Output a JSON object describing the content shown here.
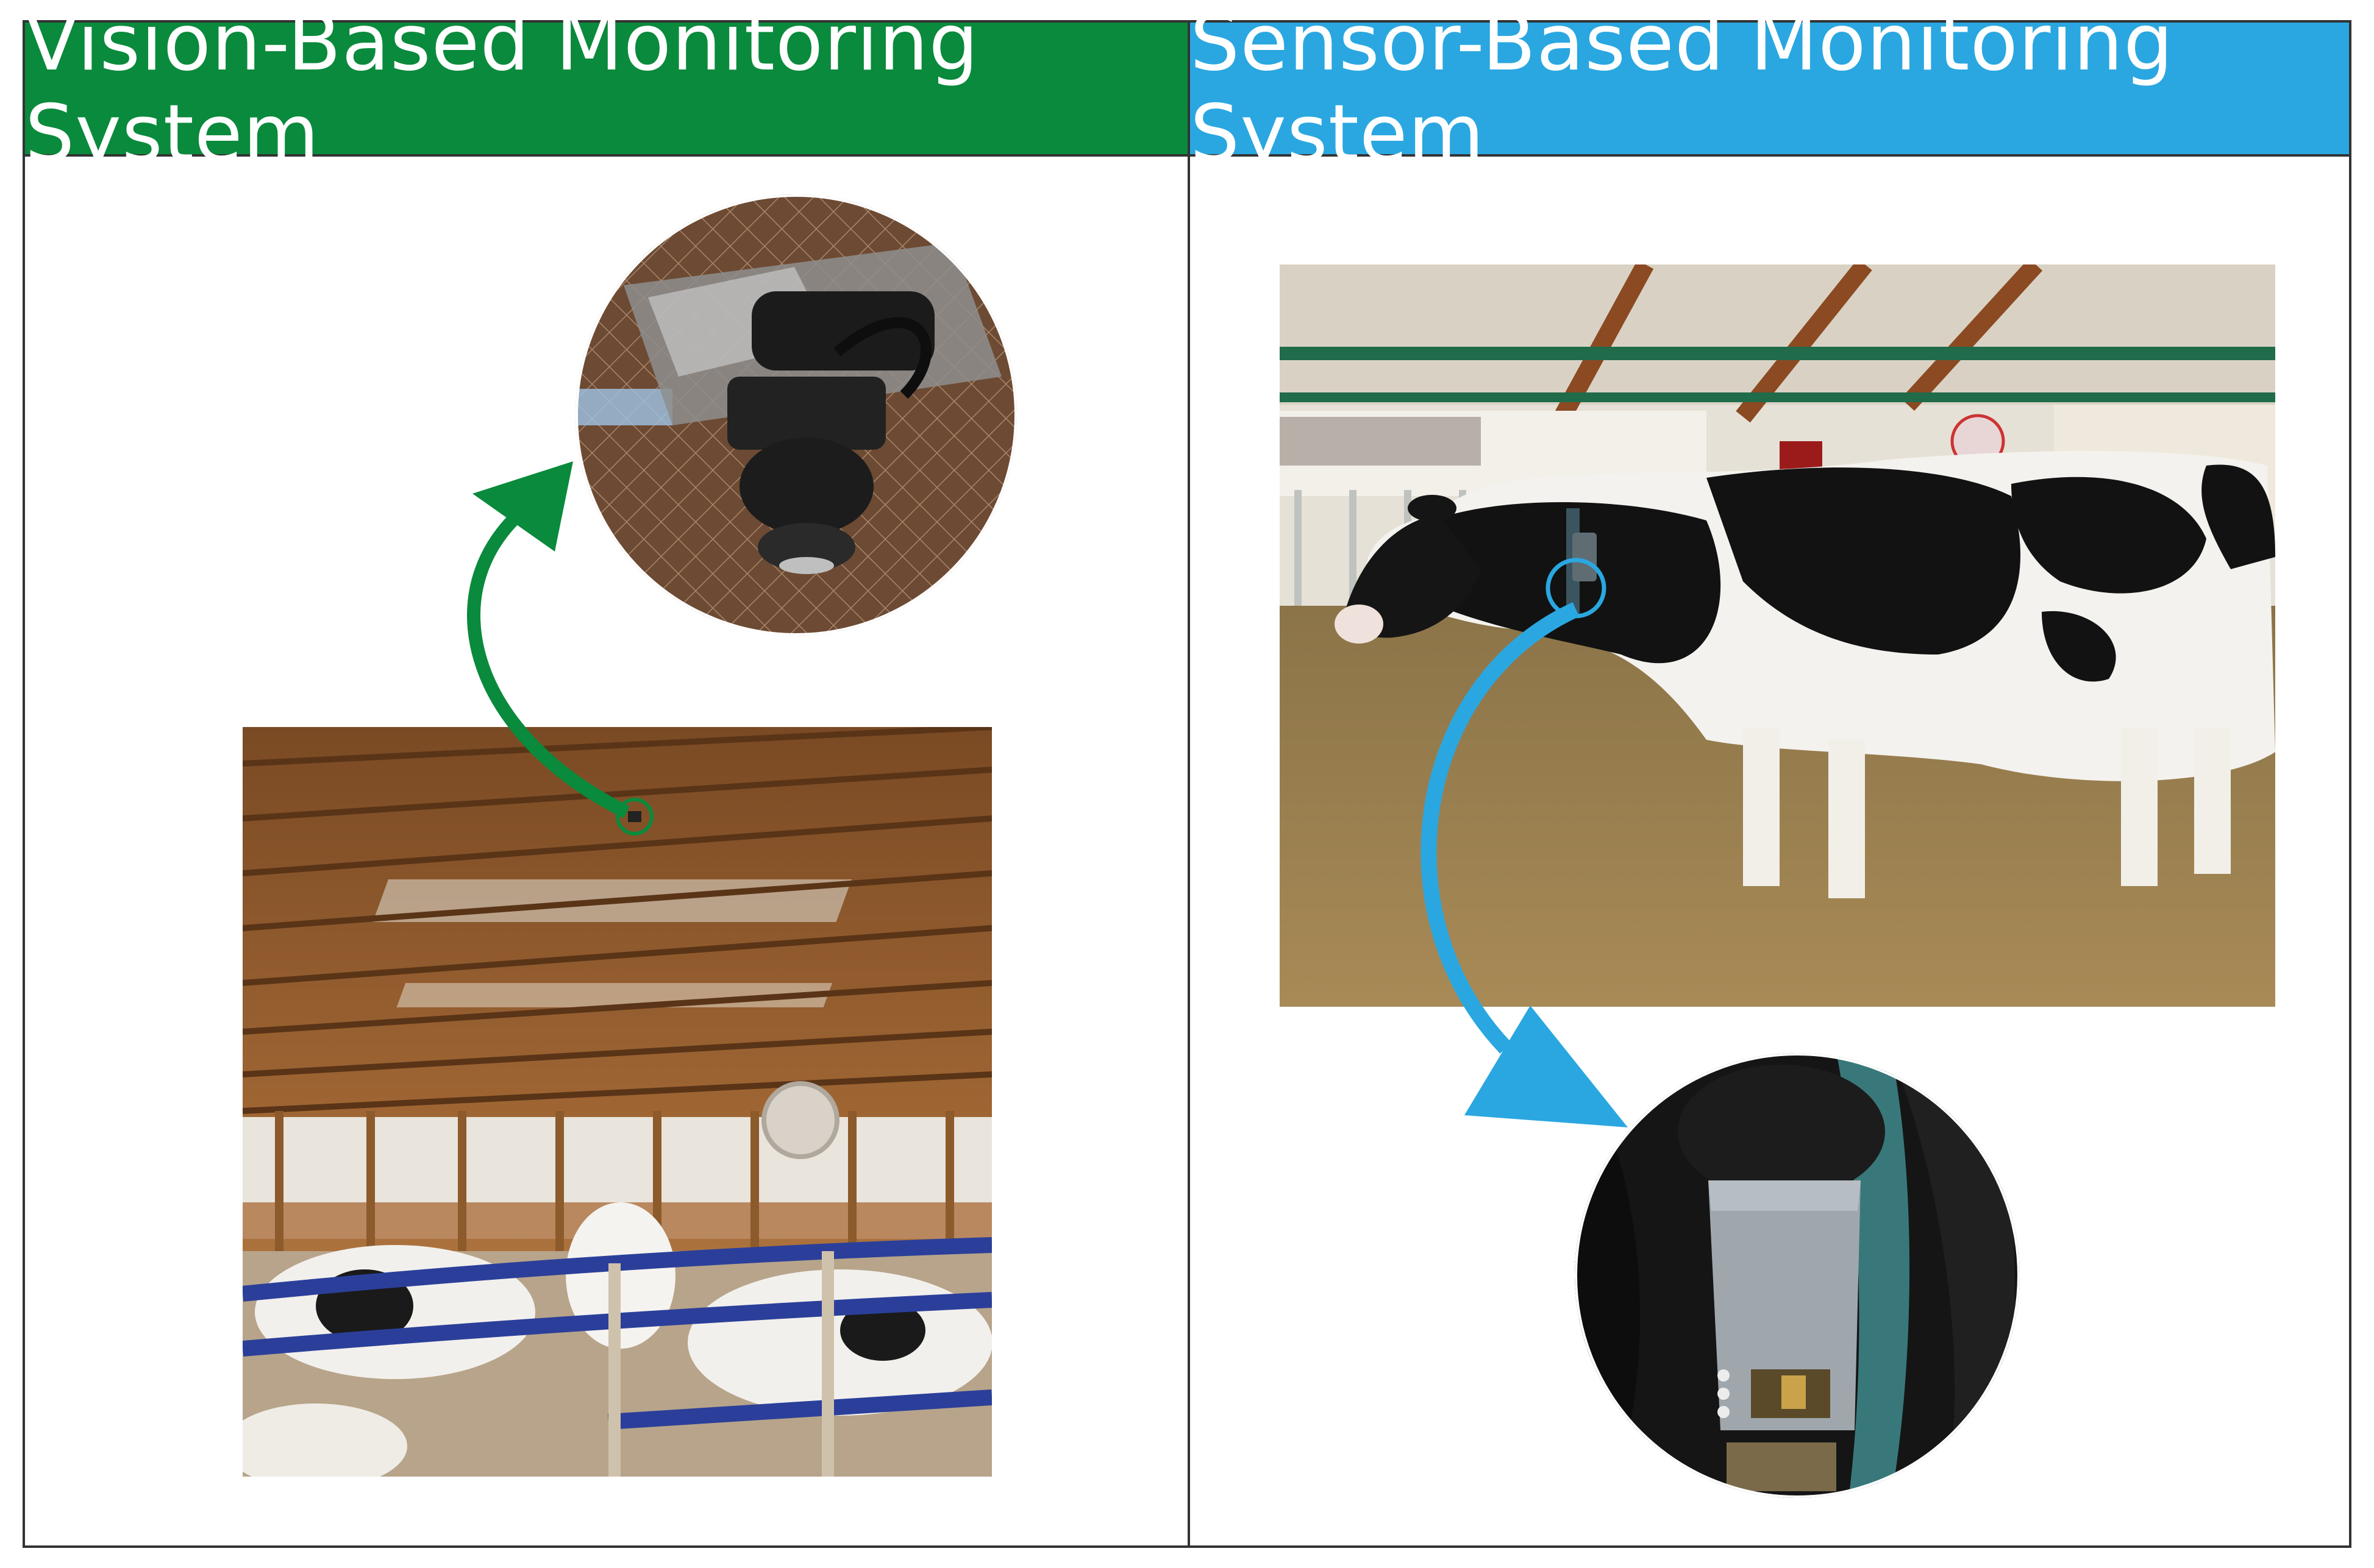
{
  "panels": {
    "vision": {
      "title": "Vision-Based Monitoring System",
      "color": "#0a8a3c"
    },
    "sensor": {
      "title": "Sensor-Based Monitoring System",
      "color": "#2aa7e0"
    }
  },
  "icons": {
    "vision_arrow": "curved-arrow-green",
    "sensor_arrow": "curved-arrow-blue",
    "camera_highlight": "circle-marker-green",
    "tag_highlight": "circle-marker-blue"
  }
}
